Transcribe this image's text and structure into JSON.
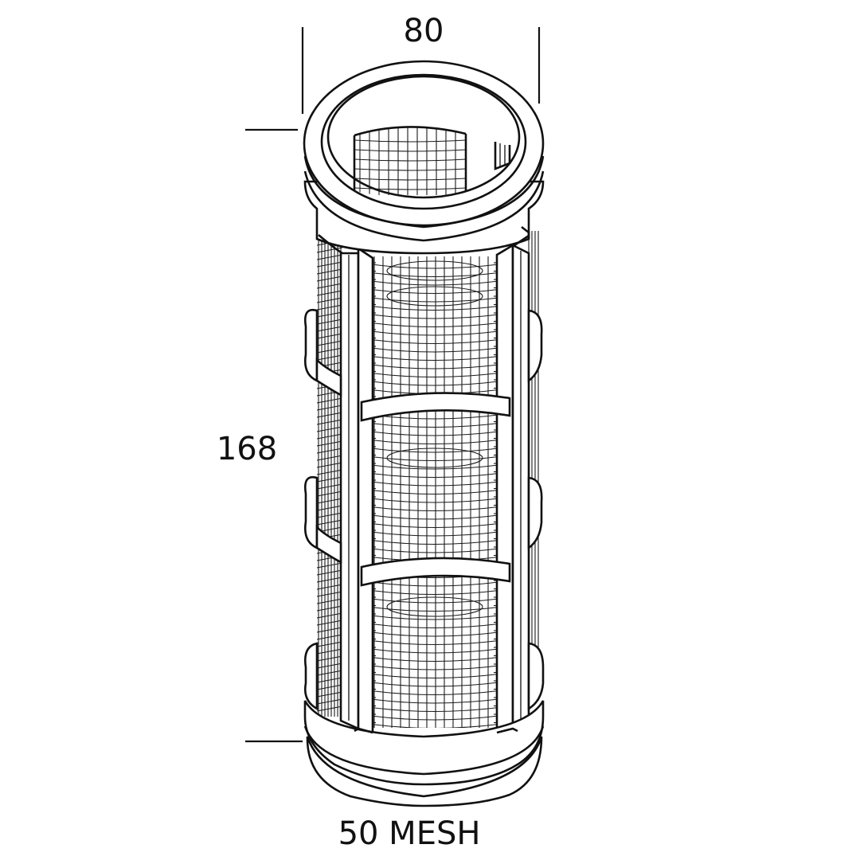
{
  "dimensions": {
    "diameter_label": "80",
    "height_label": "168"
  },
  "mesh_label": "50 MESH",
  "colors": {
    "line": "#111111",
    "background": "#ffffff"
  }
}
